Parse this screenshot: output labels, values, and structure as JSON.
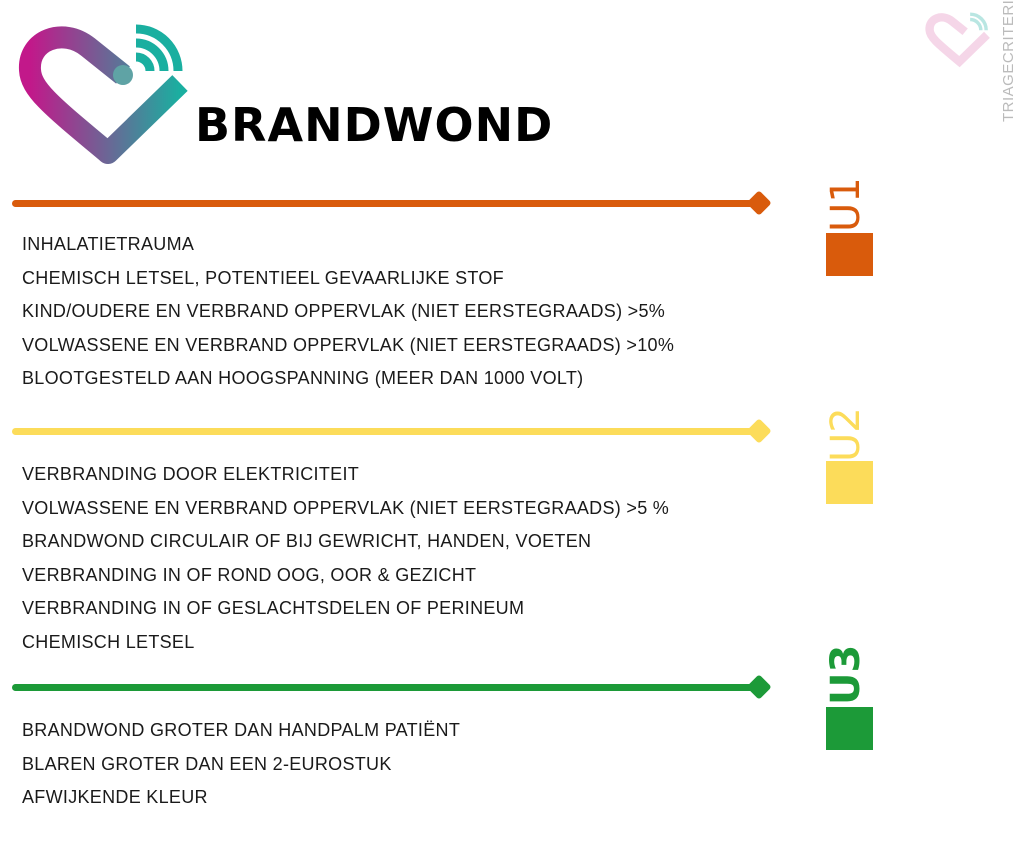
{
  "title": "BRANDWOND",
  "watermark": "TRIAGECRITERIA",
  "colors": {
    "u1": "#d95b0c",
    "u2": "#fcdc5a",
    "u3": "#1c9a38",
    "logo_pink": "#c2188a",
    "logo_teal": "#1aafa0"
  },
  "sections": [
    {
      "label": "U1",
      "items": [
        "INHALATIETRAUMA",
        "CHEMISCH LETSEL, POTENTIEEL GEVAARLIJKE STOF",
        "KIND/OUDERE EN VERBRAND OPPERVLAK (NIET EERSTEGRAADS) >5%",
        "VOLWASSENE EN VERBRAND OPPERVLAK (NIET EERSTEGRAADS) >10%",
        "BLOOTGESTELD AAN HOOGSPANNING (MEER DAN 1000 VOLT)"
      ]
    },
    {
      "label": "U2",
      "items": [
        "VERBRANDING DOOR ELEKTRICITEIT",
        "VOLWASSENE EN VERBRAND OPPERVLAK (NIET EERSTEGRAADS) >5 %",
        "BRANDWOND CIRCULAIR OF BIJ GEWRICHT, HANDEN, VOETEN",
        "VERBRANDING IN OF ROND OOG, OOR & GEZICHT",
        "VERBRANDING IN OF GESLACHTSDELEN OF PERINEUM",
        "CHEMISCH LETSEL"
      ]
    },
    {
      "label": "U3",
      "items": [
        "BRANDWOND GROTER DAN HANDPALM PATIËNT",
        "BLAREN GROTER DAN EEN 2-EUROSTUK",
        "AFWIJKENDE KLEUR"
      ]
    }
  ]
}
